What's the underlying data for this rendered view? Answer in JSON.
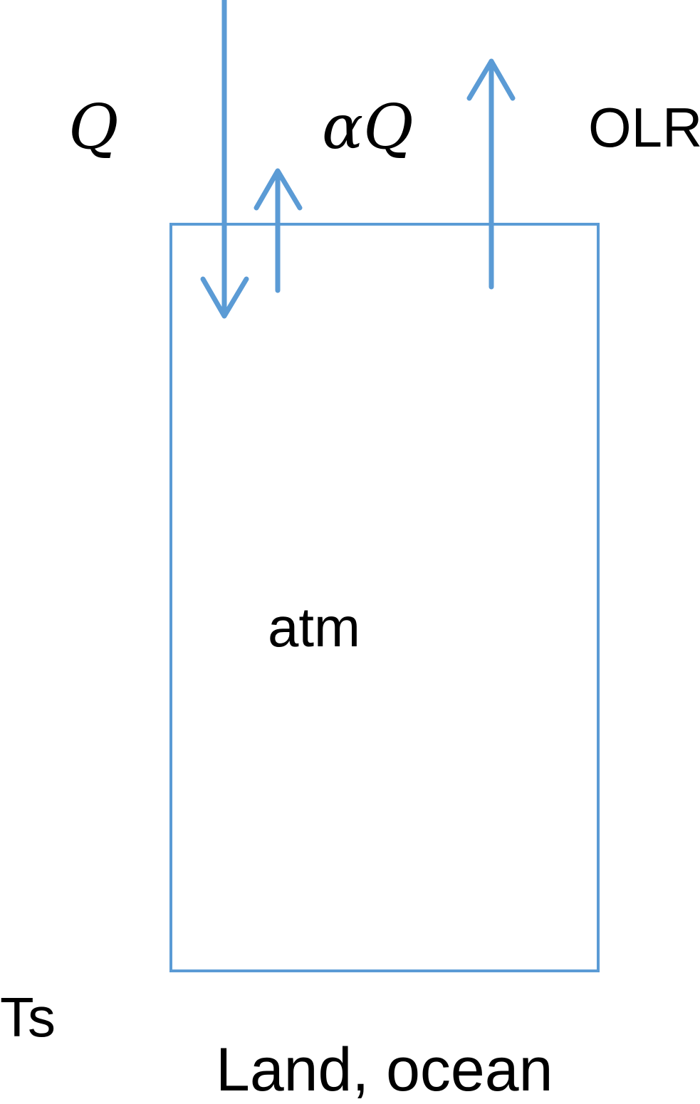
{
  "labels": {
    "incoming": "Q",
    "reflected": "αQ",
    "outgoing": "OLR",
    "box": "atm",
    "surface_temp": "Ts",
    "surface": "Land, ocean"
  },
  "colors": {
    "arrow": "#5b9bd5",
    "box_border": "#5b9bd5",
    "text": "#000000"
  }
}
